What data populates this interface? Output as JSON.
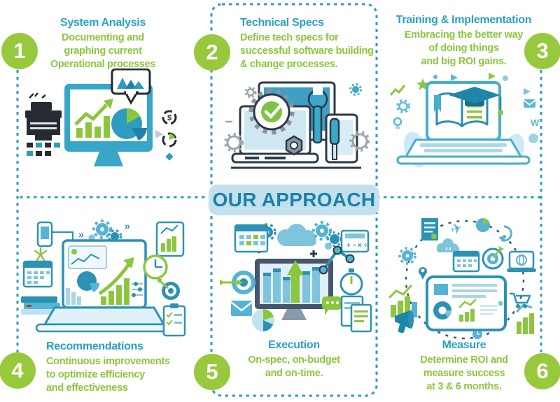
{
  "banner": {
    "label": "OUR APPROACH"
  },
  "palette": {
    "green": "#8cc63e",
    "badge_green": "#98c93d",
    "title_teal": "#2ba1c4",
    "dash_teal": "#2d9cc0",
    "banner_bg": "#c4e0ec",
    "banner_text": "#1a82a9",
    "illustration_teal": "#2e9fc3",
    "illustration_light_teal": "#7fc4dd",
    "dark_outline": "#2b3a4a"
  },
  "steps": [
    {
      "number": "1",
      "title": "System Analysis",
      "description": [
        "Documenting and",
        "graphing current",
        "Operational processes"
      ],
      "illustration": "desktop-monitor-charts-printer"
    },
    {
      "number": "2",
      "title": "Technical Specs",
      "description": [
        "Define tech specs for",
        "successful software building",
        "& change processes."
      ],
      "illustration": "devices-tools-gear-check"
    },
    {
      "number": "3",
      "title": "Training & Implementation",
      "description": [
        "Embracing the better way",
        "of doing things",
        "and big ROI gains."
      ],
      "illustration": "laptop-elearning-graduation-cap"
    },
    {
      "number": "4",
      "title": "Recommendations",
      "description": [
        "Continuous improvements",
        "to optimize efficiency",
        "and effectiveness"
      ],
      "illustration": "laptop-analytics-workspace"
    },
    {
      "number": "5",
      "title": "Execution",
      "description": [
        "On-spec, on-budget",
        "and on-time."
      ],
      "illustration": "monitor-growth-arrow-gears"
    },
    {
      "number": "6",
      "title": "Measure",
      "description": [
        "Determine ROI and",
        "measure success",
        "at 3 & 6 months."
      ],
      "illustration": "tablet-dashboard-orbit-icons"
    }
  ]
}
